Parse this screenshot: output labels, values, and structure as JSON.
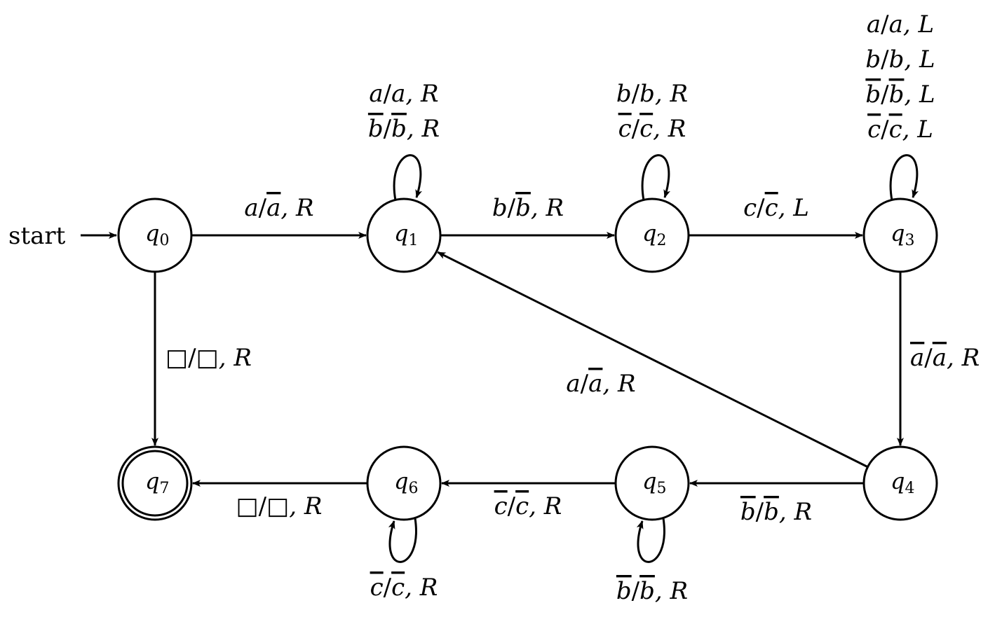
{
  "diagram": {
    "type": "turing-machine-state-diagram",
    "start_label": "start",
    "start_state": "q0",
    "accept_states": [
      "q7"
    ],
    "states": [
      {
        "id": "q0",
        "name": "q",
        "sub": "0"
      },
      {
        "id": "q1",
        "name": "q",
        "sub": "1"
      },
      {
        "id": "q2",
        "name": "q",
        "sub": "2"
      },
      {
        "id": "q3",
        "name": "q",
        "sub": "3"
      },
      {
        "id": "q4",
        "name": "q",
        "sub": "4"
      },
      {
        "id": "q5",
        "name": "q",
        "sub": "5"
      },
      {
        "id": "q6",
        "name": "q",
        "sub": "6"
      },
      {
        "id": "q7",
        "name": "q",
        "sub": "7"
      }
    ],
    "transitions": [
      {
        "id": "t-q0-q1",
        "from": "q0",
        "to": "q1",
        "labels": [
          [
            {
              "t": "a"
            },
            {
              "t": "/"
            },
            {
              "t": "a",
              "bar": true
            },
            {
              "t": ", R"
            }
          ]
        ]
      },
      {
        "id": "t-q1-q2",
        "from": "q1",
        "to": "q2",
        "labels": [
          [
            {
              "t": "b"
            },
            {
              "t": "/"
            },
            {
              "t": "b",
              "bar": true
            },
            {
              "t": ", R"
            }
          ]
        ]
      },
      {
        "id": "t-q2-q3",
        "from": "q2",
        "to": "q3",
        "labels": [
          [
            {
              "t": "c"
            },
            {
              "t": "/"
            },
            {
              "t": "c",
              "bar": true
            },
            {
              "t": ", L"
            }
          ]
        ]
      },
      {
        "id": "t-q3-q4",
        "from": "q3",
        "to": "q4",
        "labels": [
          [
            {
              "t": "a",
              "bar": true
            },
            {
              "t": "/"
            },
            {
              "t": "a",
              "bar": true
            },
            {
              "t": ", R"
            }
          ]
        ]
      },
      {
        "id": "t-q4-q1",
        "from": "q4",
        "to": "q1",
        "labels": [
          [
            {
              "t": "a"
            },
            {
              "t": "/"
            },
            {
              "t": "a",
              "bar": true
            },
            {
              "t": ", R"
            }
          ]
        ]
      },
      {
        "id": "t-q4-q5",
        "from": "q4",
        "to": "q5",
        "labels": [
          [
            {
              "t": "b",
              "bar": true
            },
            {
              "t": "/"
            },
            {
              "t": "b",
              "bar": true
            },
            {
              "t": ", R"
            }
          ]
        ]
      },
      {
        "id": "t-q5-q6",
        "from": "q5",
        "to": "q6",
        "labels": [
          [
            {
              "t": "c",
              "bar": true
            },
            {
              "t": "/"
            },
            {
              "t": "c",
              "bar": true
            },
            {
              "t": ", R"
            }
          ]
        ]
      },
      {
        "id": "t-q6-q7",
        "from": "q6",
        "to": "q7",
        "labels": [
          [
            {
              "t": "□"
            },
            {
              "t": "/"
            },
            {
              "t": "□"
            },
            {
              "t": ", R"
            }
          ]
        ]
      },
      {
        "id": "t-q0-q7",
        "from": "q0",
        "to": "q7",
        "labels": [
          [
            {
              "t": "□"
            },
            {
              "t": "/"
            },
            {
              "t": "□"
            },
            {
              "t": ", R"
            }
          ]
        ]
      },
      {
        "id": "t-q1-q1",
        "from": "q1",
        "to": "q1",
        "labels": [
          [
            {
              "t": "a"
            },
            {
              "t": "/"
            },
            {
              "t": "a"
            },
            {
              "t": ", R"
            }
          ],
          [
            {
              "t": "b",
              "bar": true
            },
            {
              "t": "/"
            },
            {
              "t": "b",
              "bar": true
            },
            {
              "t": ", R"
            }
          ]
        ]
      },
      {
        "id": "t-q2-q2",
        "from": "q2",
        "to": "q2",
        "labels": [
          [
            {
              "t": "b"
            },
            {
              "t": "/"
            },
            {
              "t": "b"
            },
            {
              "t": ", R"
            }
          ],
          [
            {
              "t": "c",
              "bar": true
            },
            {
              "t": "/"
            },
            {
              "t": "c",
              "bar": true
            },
            {
              "t": ", R"
            }
          ]
        ]
      },
      {
        "id": "t-q3-q3",
        "from": "q3",
        "to": "q3",
        "labels": [
          [
            {
              "t": "a"
            },
            {
              "t": "/"
            },
            {
              "t": "a"
            },
            {
              "t": ", L"
            }
          ],
          [
            {
              "t": "b"
            },
            {
              "t": "/"
            },
            {
              "t": "b"
            },
            {
              "t": ", L"
            }
          ],
          [
            {
              "t": "b",
              "bar": true
            },
            {
              "t": "/"
            },
            {
              "t": "b",
              "bar": true
            },
            {
              "t": ", L"
            }
          ],
          [
            {
              "t": "c",
              "bar": true
            },
            {
              "t": "/"
            },
            {
              "t": "c",
              "bar": true
            },
            {
              "t": ", L"
            }
          ]
        ]
      },
      {
        "id": "t-q5-q5",
        "from": "q5",
        "to": "q5",
        "labels": [
          [
            {
              "t": "b",
              "bar": true
            },
            {
              "t": "/"
            },
            {
              "t": "b",
              "bar": true
            },
            {
              "t": ", R"
            }
          ]
        ]
      },
      {
        "id": "t-q6-q6",
        "from": "q6",
        "to": "q6",
        "labels": [
          [
            {
              "t": "c",
              "bar": true
            },
            {
              "t": "/"
            },
            {
              "t": "c",
              "bar": true
            },
            {
              "t": ", R"
            }
          ]
        ]
      }
    ]
  }
}
